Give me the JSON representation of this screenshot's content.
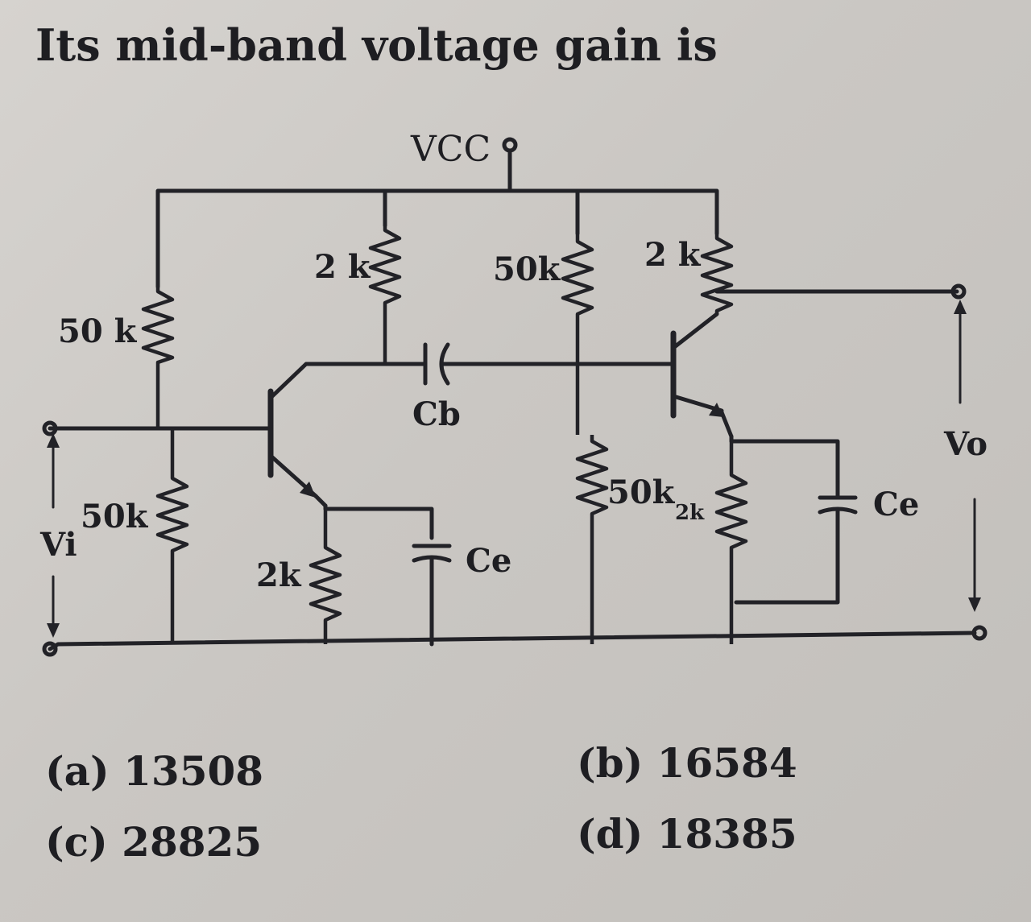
{
  "question": "Its mid-band voltage gain is",
  "circuit": {
    "vcc": "VCC",
    "r_bias_top": "50 k",
    "r_bias_bottom": "50k",
    "r_collector_1": "2 k",
    "r_emitter_1": "2k",
    "c_bypass_1": "Ce",
    "c_coupling": "Cb",
    "r_bias_top_2": "50k",
    "r_bias_bottom_2": "50k",
    "r_collector_2": "2 k",
    "r_emitter_2": "2k",
    "c_bypass_2": "Ce",
    "input": "Vi",
    "output": "Vo"
  },
  "options": [
    {
      "label": "(a) 13508"
    },
    {
      "label": "(b) 16584"
    },
    {
      "label": "(c) 28825"
    },
    {
      "label": "(d) 18385"
    }
  ]
}
